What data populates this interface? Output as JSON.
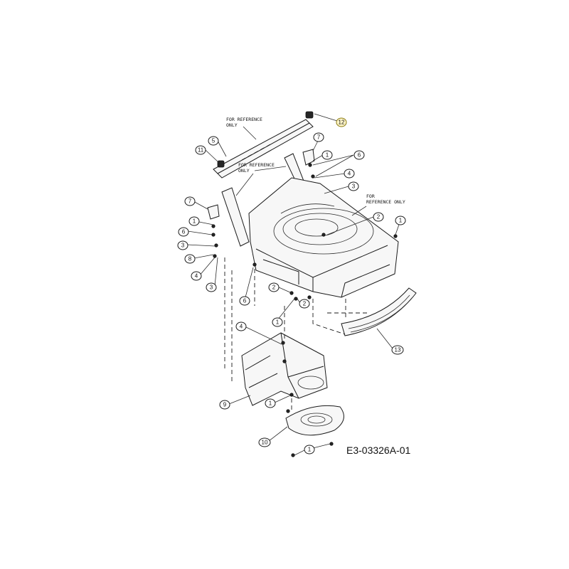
{
  "notes": {
    "ref1_line1": "FOR REFERENCE",
    "ref1_line2": "ONLY",
    "ref2_line1": "FOR REFERENCE",
    "ref2_line2": "ONLY",
    "ref3_line1": "FOR",
    "ref3_line2": "REFERENCE ONLY"
  },
  "drawing_code": "E3-03326A-01",
  "callouts": {
    "c12": "12",
    "c5": "5",
    "c11": "11",
    "c7a": "7",
    "c1a": "1",
    "c6a": "6",
    "c4a": "4",
    "c3a": "3",
    "c2a": "2",
    "c1b": "1",
    "c7b": "7",
    "c1c": "1",
    "c6b": "6",
    "c3b": "3",
    "c8": "8",
    "c4b": "4",
    "c3c": "3",
    "c6c": "6",
    "c2b": "2",
    "c2c": "2",
    "c1d": "1",
    "c4c": "4",
    "c13": "13",
    "c9": "9",
    "c1e": "1",
    "c10": "10",
    "c1f": "1"
  },
  "colors": {
    "line": "#1a1a1a",
    "highlight": "#fff6c8"
  }
}
